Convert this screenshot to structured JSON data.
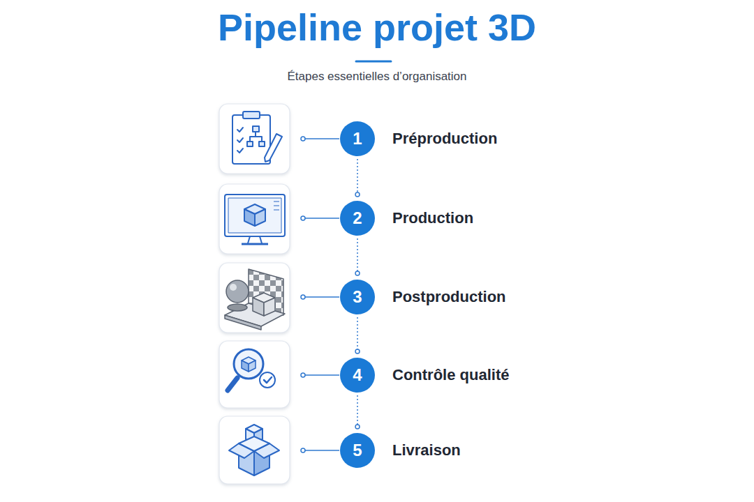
{
  "diagram": {
    "title": "Pipeline projet 3D",
    "nodes": [
      {
        "text": [
          "1",
          "Préproduction"
        ]
      },
      {
        "text": [
          "2",
          "Production"
        ]
      },
      {
        "text": [
          "3",
          "Postproduction"
        ]
      },
      {
        "text": [
          "4",
          "Contrôle qualité"
        ]
      },
      {
        "text": [
          "5",
          "Livraison"
        ]
      }
    ],
    "edges": [
      {
        "from": 0,
        "to": 1,
        "arrow": "none"
      },
      {
        "from": 1,
        "to": 2,
        "arrow": "none"
      },
      {
        "from": 2,
        "to": 3,
        "arrow": "none"
      },
      {
        "from": 3,
        "to": 4,
        "arrow": "none"
      }
    ],
    "labels": [
      "Étapes essentielles d’organisation"
    ]
  }
}
